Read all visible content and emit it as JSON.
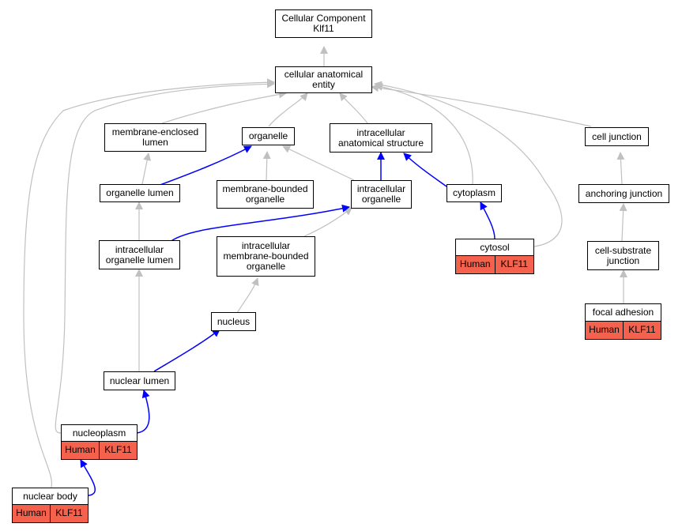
{
  "colors": {
    "gray_edge": "#c0c0c0",
    "blue_edge": "#0000ff",
    "annotation_fill": "#f4614c"
  },
  "nodes": {
    "root": {
      "line1": "Cellular Component",
      "line2": "Klf11"
    },
    "cae": {
      "line1": "cellular anatomical",
      "line2": "entity"
    },
    "mel": {
      "line1": "membrane-enclosed",
      "line2": "lumen"
    },
    "org": {
      "line1": "organelle"
    },
    "ias": {
      "line1": "intracellular",
      "line2": "anatomical structure"
    },
    "cj": {
      "line1": "cell junction"
    },
    "ol": {
      "line1": "organelle lumen"
    },
    "mbo": {
      "line1": "membrane-bounded",
      "line2": "organelle"
    },
    "io": {
      "line1": "intracellular",
      "line2": "organelle"
    },
    "cyto": {
      "line1": "cytoplasm"
    },
    "aj": {
      "line1": "anchoring junction"
    },
    "iol": {
      "line1": "intracellular",
      "line2": "organelle lumen"
    },
    "imbo": {
      "line1": "intracellular",
      "line2": "membrane-bounded",
      "line3": "organelle"
    },
    "cytosol": {
      "line1": "cytosol",
      "species": "Human",
      "gene": "KLF11"
    },
    "csj": {
      "line1": "cell-substrate",
      "line2": "junction"
    },
    "nuc": {
      "line1": "nucleus"
    },
    "fa": {
      "line1": "focal adhesion",
      "species": "Human",
      "gene": "KLF11"
    },
    "nl": {
      "line1": "nuclear lumen"
    },
    "np": {
      "line1": "nucleoplasm",
      "species": "Human",
      "gene": "KLF11"
    },
    "nb": {
      "line1": "nuclear body",
      "species": "Human",
      "gene": "KLF11"
    }
  }
}
